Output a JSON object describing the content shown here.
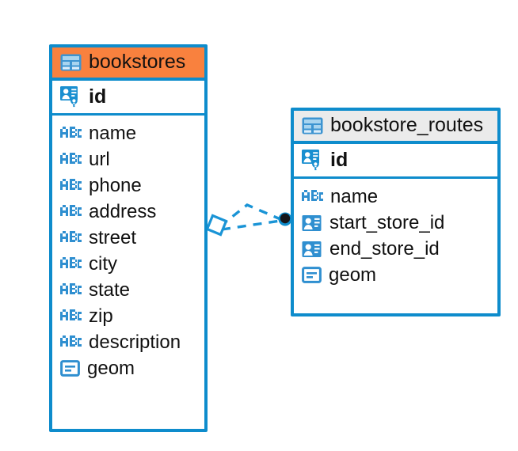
{
  "diagram": {
    "type": "entity-relationship-diagram",
    "background": "#ffffff",
    "accent_color": "#0e8ccc",
    "highlight_color": "#f9813e",
    "header_grey": "#ebebeb"
  },
  "entities": [
    {
      "name": "bookstores",
      "title": "bookstores",
      "header_style": "accent-orange",
      "primary_key": {
        "label": "id",
        "icon": "primary-key-icon"
      },
      "fields": [
        {
          "label": "name",
          "icon": "abc-text-icon"
        },
        {
          "label": "url",
          "icon": "abc-text-icon"
        },
        {
          "label": "phone",
          "icon": "abc-text-icon"
        },
        {
          "label": "address",
          "icon": "abc-text-icon"
        },
        {
          "label": "street",
          "icon": "abc-text-icon"
        },
        {
          "label": "city",
          "icon": "abc-text-icon"
        },
        {
          "label": "state",
          "icon": "abc-text-icon"
        },
        {
          "label": "zip",
          "icon": "abc-text-icon"
        },
        {
          "label": "description",
          "icon": "abc-text-icon"
        },
        {
          "label": "geom",
          "icon": "geometry-icon"
        }
      ]
    },
    {
      "name": "bookstore_routes",
      "title": "bookstore_routes",
      "header_style": "accent-grey",
      "primary_key": {
        "label": "id",
        "icon": "primary-key-icon"
      },
      "fields": [
        {
          "label": "name",
          "icon": "abc-text-icon"
        },
        {
          "label": "start_store_id",
          "icon": "foreign-key-icon"
        },
        {
          "label": "end_store_id",
          "icon": "foreign-key-icon"
        },
        {
          "label": "geom",
          "icon": "geometry-icon"
        }
      ]
    }
  ],
  "relationship": {
    "from_entity": "bookstores",
    "to_entity": "bookstore_routes",
    "from_marker": "crows-foot-diamond",
    "to_marker": "filled-circle",
    "line_style": "dashed",
    "line_color": "#0e8ccc"
  }
}
